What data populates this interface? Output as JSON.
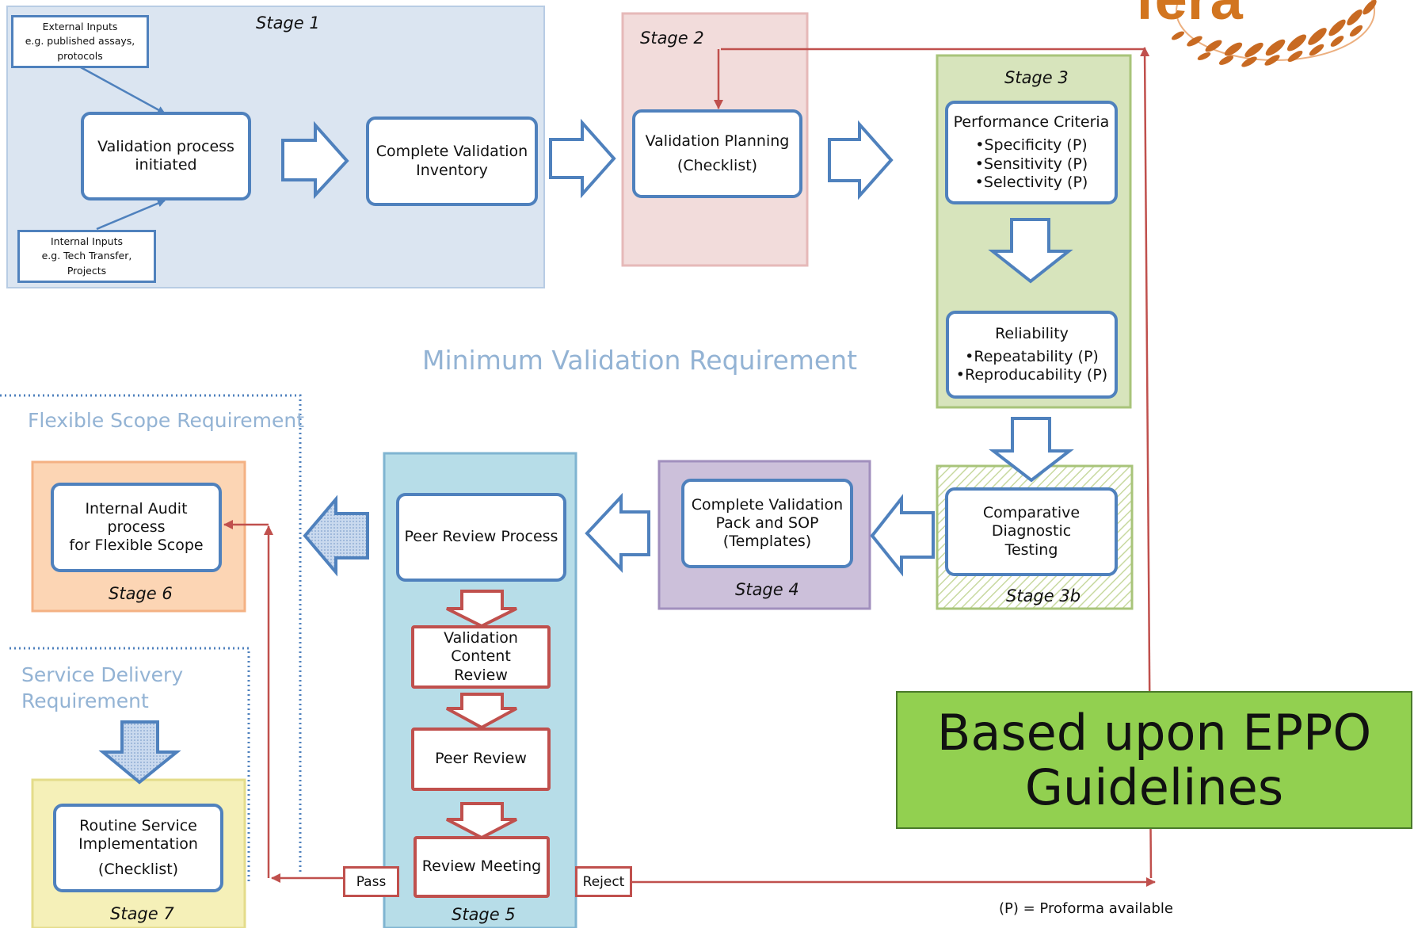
{
  "stages": {
    "s1": "Stage 1",
    "s2": "Stage 2",
    "s3": "Stage 3",
    "s3b": "Stage 3b",
    "s4": "Stage 4",
    "s5": "Stage 5",
    "s6": "Stage 6",
    "s7": "Stage 7"
  },
  "inputs": {
    "external": [
      "External Inputs",
      "e.g. published assays,",
      "protocols"
    ],
    "internal": [
      "Internal Inputs",
      "e.g. Tech Transfer,",
      "Projects"
    ]
  },
  "nodes": {
    "initiated": [
      "Validation process",
      "initiated"
    ],
    "inventory": [
      "Complete Validation",
      "Inventory"
    ],
    "planning": [
      "Validation Planning",
      "(Checklist)"
    ],
    "performance": [
      "Performance Criteria",
      "•Specificity (P)",
      "•Sensitivity (P)",
      "•Selectivity (P)"
    ],
    "reliability": [
      "Reliability",
      "•Repeatability (P)",
      "•Reproducability (P)"
    ],
    "comparative": [
      "Comparative Diagnostic",
      "Testing"
    ],
    "pack": [
      "Complete Validation",
      "Pack and  SOP",
      "(Templates)"
    ],
    "peer_process": [
      "Peer Review Process"
    ],
    "content_review": [
      "Validation Content",
      "Review"
    ],
    "peer_review": [
      "Peer Review"
    ],
    "meeting": [
      "Review Meeting"
    ],
    "audit": [
      "Internal Audit process",
      "for Flexible Scope"
    ],
    "routine": [
      "Routine Service",
      "Implementation",
      "(Checklist)"
    ]
  },
  "requirements": {
    "minimum": "Minimum Validation Requirement",
    "flexible": "Flexible Scope Requirement",
    "service_1": "Service Delivery",
    "service_2": "Requirement"
  },
  "decisions": {
    "pass": "Pass",
    "reject": "Reject"
  },
  "note": "(P) = Proforma available",
  "eppo": [
    "Based upon EPPO",
    "Guidelines"
  ],
  "logo_text": "fera",
  "colors": {
    "blue": "#4f81bd",
    "red": "#c0504d",
    "stage1_fill": "#dbe5f1",
    "stage2_fill": "#f2dcdb",
    "stage3_fill": "#d7e4bc",
    "stage4_fill": "#ccc0da",
    "stage5_fill": "#b7dde8",
    "stage6_fill": "#fcd5b4",
    "stage7_fill": "#f5f0b8",
    "eppo_fill": "#92d050",
    "requirement_text": "#93b3d4"
  }
}
